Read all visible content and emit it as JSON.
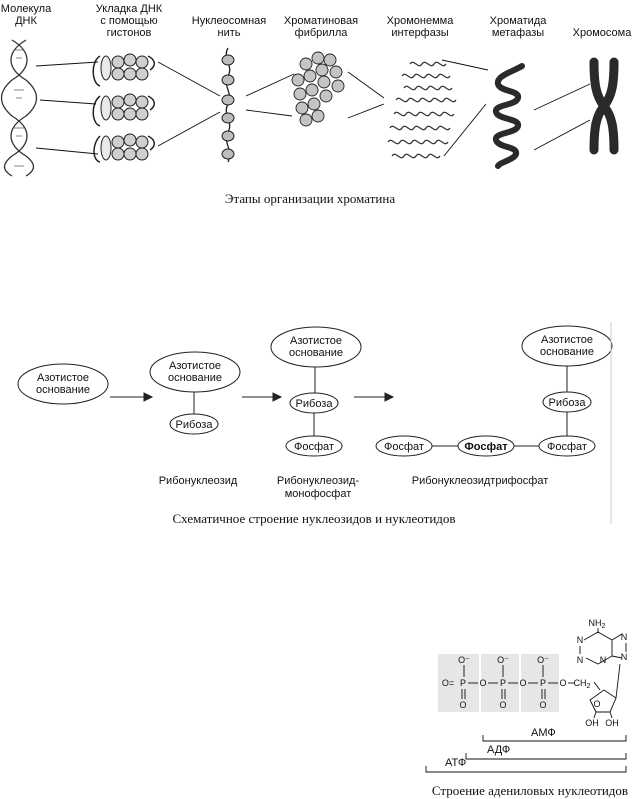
{
  "chromatin": {
    "stages": [
      {
        "line1": "Молекула",
        "line2": "ДНК",
        "line3": ""
      },
      {
        "line1": "Укладка ДНК",
        "line2": "с помощью",
        "line3": "гистонов"
      },
      {
        "line1": "Нуклеосомная",
        "line2": "нить",
        "line3": ""
      },
      {
        "line1": "Хроматиновая",
        "line2": "фибрилла",
        "line3": ""
      },
      {
        "line1": "Хромонемма",
        "line2": "интерфазы",
        "line3": ""
      },
      {
        "line1": "Хроматида",
        "line2": "метафазы",
        "line3": ""
      },
      {
        "line1": "Хромосома",
        "line2": "",
        "line3": ""
      }
    ],
    "caption": "Этапы организации хроматина"
  },
  "nucleo": {
    "base_line1": "Азотистое",
    "base_line2": "основание",
    "ribose": "Рибоза",
    "phosphate": "Фосфат",
    "labels": {
      "nucleoside": "Рибонуклеозид",
      "monophosphate_line1": "Рибонуклеозид-",
      "monophosphate_line2": "монофосфат",
      "triphosphate": "Рибонуклеозидтрифосфат"
    },
    "caption": "Схематичное строение нуклеозидов и нуклеотидов"
  },
  "adenyl": {
    "atoms": {
      "O": "O",
      "P": "P",
      "O_minus": "O⁻",
      "O_double": "O=",
      "CH2": "CH",
      "CH2_sub": "2",
      "NH2": "NH",
      "NH2_sub": "2",
      "N": "N",
      "OH": "OH"
    },
    "brackets": {
      "amp": "АМФ",
      "adp": "АДФ",
      "atp": "АТФ"
    },
    "caption": "Строение адениловых нуклеотидов"
  }
}
